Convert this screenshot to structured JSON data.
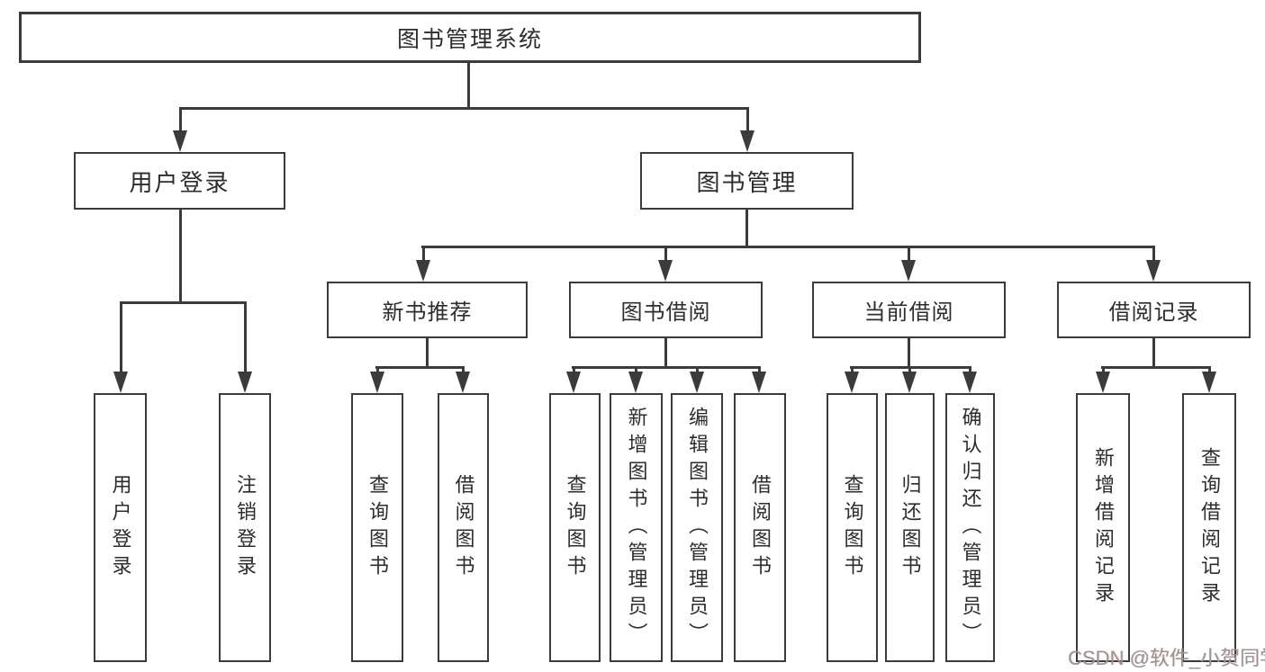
{
  "diagram": {
    "root": {
      "label": "图书管理系统"
    },
    "level2": [
      {
        "label": "用户登录"
      },
      {
        "label": "图书管理"
      }
    ],
    "level3": [
      {
        "label": "新书推荐",
        "parent": "图书管理"
      },
      {
        "label": "图书借阅",
        "parent": "图书管理"
      },
      {
        "label": "当前借阅",
        "parent": "图书管理"
      },
      {
        "label": "借阅记录",
        "parent": "图书管理"
      }
    ],
    "leaves": [
      {
        "label": "用户登录",
        "parent": "用户登录"
      },
      {
        "label": "注销登录",
        "parent": "用户登录"
      },
      {
        "label": "查询图书",
        "parent": "新书推荐"
      },
      {
        "label": "借阅图书",
        "parent": "新书推荐"
      },
      {
        "label": "查询图书",
        "parent": "图书借阅"
      },
      {
        "label": "新增图书（管理员）",
        "parent": "图书借阅"
      },
      {
        "label": "编辑图书（管理员）",
        "parent": "图书借阅"
      },
      {
        "label": "借阅图书",
        "parent": "图书借阅"
      },
      {
        "label": "查询图书",
        "parent": "当前借阅"
      },
      {
        "label": "归还图书",
        "parent": "当前借阅"
      },
      {
        "label": "确认归还（管理员）",
        "parent": "当前借阅"
      },
      {
        "label": "新增借阅记录",
        "parent": "借阅记录"
      },
      {
        "label": "查询借阅记录",
        "parent": "借阅记录"
      }
    ],
    "colors": {
      "line": "#3b3b3b",
      "text": "#2d2d2d",
      "background": "#ffffff",
      "watermark_text": "#959595"
    }
  },
  "watermark": {
    "text": "CSDN @软件_小贺同学"
  }
}
